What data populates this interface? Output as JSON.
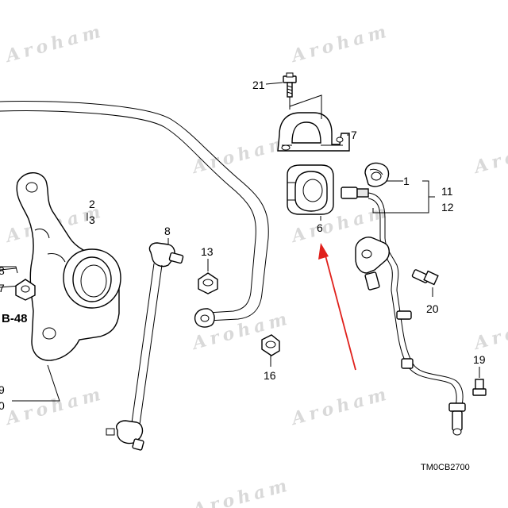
{
  "watermark": "Aroham",
  "callouts": {
    "c21": "21",
    "c7": "7",
    "c1": "1",
    "c11": "11",
    "c12": "12",
    "c6": "6",
    "c2": "2",
    "c3": "3",
    "c8": "8",
    "c13": "13",
    "c20": "20",
    "c16": "16",
    "c19": "19",
    "c18": "8",
    "c17": "7",
    "c9": "9",
    "c10": "0"
  },
  "ref_label": "B-48",
  "diagram_code": "TM0CB2700",
  "colors": {
    "arrow": "#e0201b",
    "line": "#000000",
    "watermark": "#d9d9d9"
  }
}
